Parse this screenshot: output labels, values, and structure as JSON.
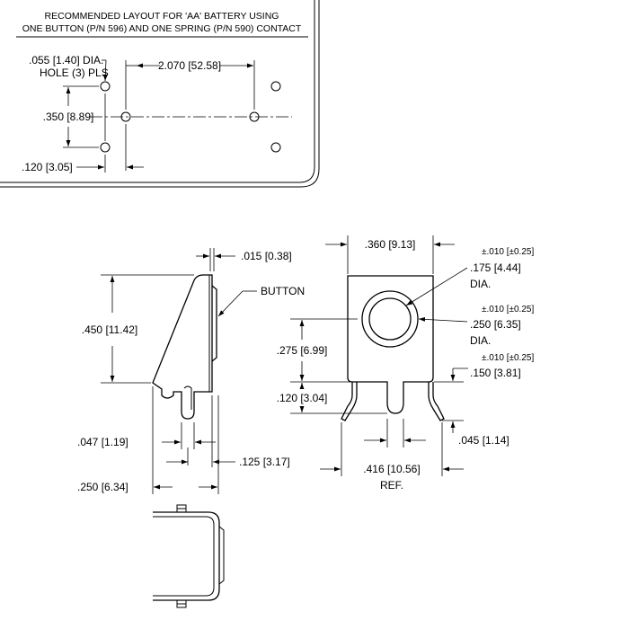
{
  "layout": {
    "title_line1": "RECOMMENDED LAYOUT FOR 'AA' BATTERY USING",
    "title_line2": "ONE BUTTON (P/N 596) AND ONE SPRING (P/N 590) CONTACT",
    "hole_dia": ".055 [1.40] DIA.",
    "hole_count": "HOLE (3) PLS",
    "spacing": "2.070 [52.58]",
    "pitch": ".350 [8.89]",
    "offset": ".120 [3.05]"
  },
  "side_view": {
    "thickness": ".015 [0.38]",
    "button_label": "BUTTON",
    "height": ".450 [11.42]",
    "tab_width": ".047 [1.19]",
    "tab_gap": ".125 [3.17]",
    "overall_width": ".250 [6.34]"
  },
  "front_view": {
    "width": ".360 [9.13]",
    "button_tol": "±.010 [±0.25]",
    "button_dia": ".175 [4.44]",
    "button_dia_lbl": "DIA.",
    "ring_tol": "±.010 [±0.25]",
    "ring_dia": ".250 [6.35]",
    "ring_dia_lbl": "DIA.",
    "center_height": ".275 [6.99]",
    "tab_tol": "±.010 [±0.25]",
    "tab_len": ".150 [3.81]",
    "slot_depth": ".120 [3.04]",
    "tab_w": ".045 [1.14]",
    "ref_width": ".416 [10.56]",
    "ref_lbl": "REF."
  }
}
